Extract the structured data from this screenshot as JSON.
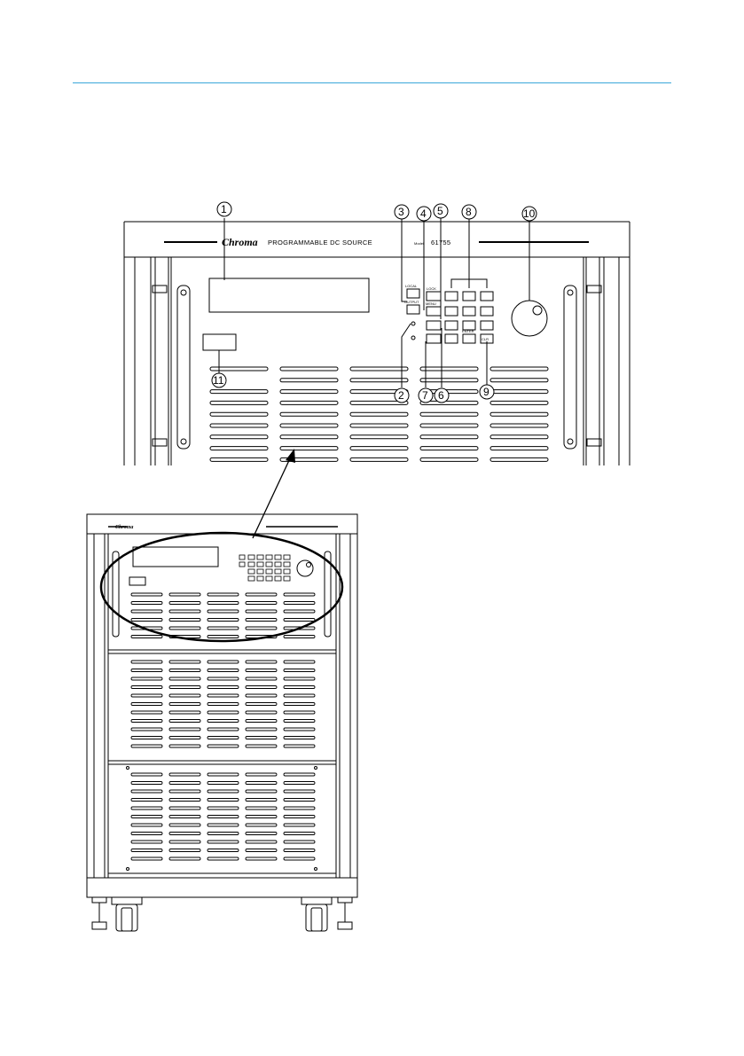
{
  "front_panel": {
    "brand": "Chroma",
    "title": "PROGRAMMABLE DC SOURCE",
    "model_prefix": "Model",
    "model": "61755"
  },
  "callouts": [
    "1",
    "2",
    "3",
    "4",
    "5",
    "6",
    "7",
    "8",
    "9",
    "10",
    "11"
  ],
  "key_labels": {
    "local": "LOCAL",
    "output": "OUTPUT",
    "lock": "LOCK",
    "enter": "ENTER",
    "menu": "MENU",
    "clear": "CLR"
  }
}
